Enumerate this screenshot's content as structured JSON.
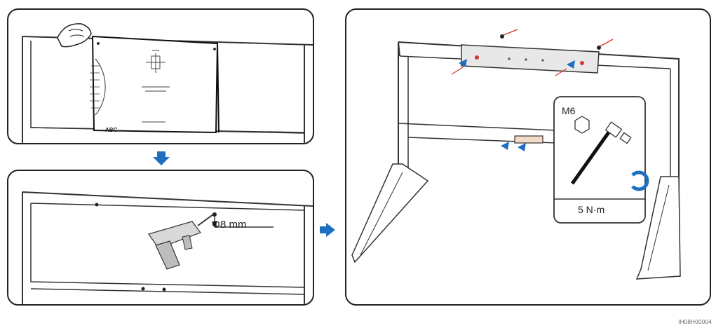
{
  "step2": {
    "hole_diameter": "Φ8 mm"
  },
  "step3": {
    "bolt_spec": "M6",
    "torque": "5 N·m"
  },
  "template": {
    "code": "ABC"
  },
  "figure": {
    "code": "IH08H00004"
  },
  "colors": {
    "line": "#333333",
    "arrow_blue": "#1f6fc0",
    "screw_red": "#d9342b"
  }
}
